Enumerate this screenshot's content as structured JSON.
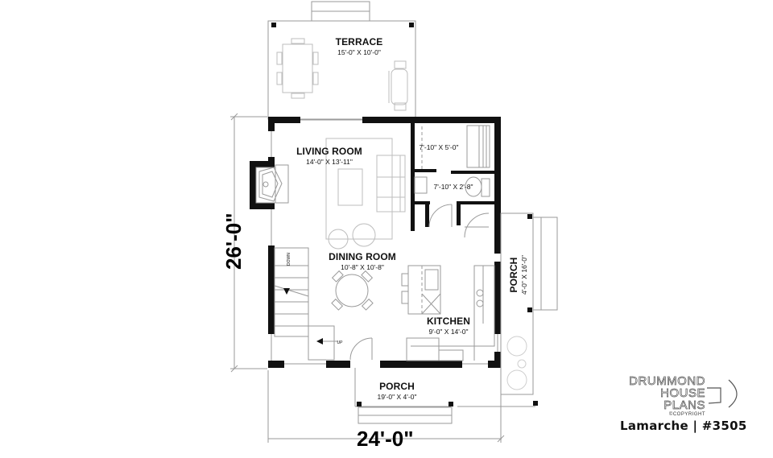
{
  "plan": {
    "name": "Lamarche | #3505",
    "overall_width": "24'-0\"",
    "overall_depth": "26'-0\""
  },
  "rooms": {
    "terrace": {
      "name": "TERRACE",
      "dim": "15'-0\" X 10'-0\""
    },
    "living": {
      "name": "LIVING ROOM",
      "dim": "14'-0\" X 13'-11\""
    },
    "bath_upper": {
      "name": "",
      "dim": "7'-10\" X 5'-0\""
    },
    "bath_lower": {
      "name": "",
      "dim": "7'-10\" X 2'-8\""
    },
    "dining": {
      "name": "DINING ROOM",
      "dim": "10'-8\" X 10'-8\""
    },
    "kitchen": {
      "name": "KITCHEN",
      "dim": "9'-0\" X 14'-0\""
    },
    "porch_side": {
      "name": "PORCH",
      "dim": "4'-0\" X 16'-0\""
    },
    "porch_front": {
      "name": "PORCH",
      "dim": "19'-0\" X 4'-0\""
    }
  },
  "stairs": {
    "down_label": "DOWN",
    "up_label": "UP"
  },
  "logo": {
    "line1": "DRUMMOND",
    "line2": "HOUSE PLANS",
    "copyright": "©COPYRIGHT"
  },
  "colors": {
    "wall": "#111111",
    "line": "#9a9a9a",
    "furniture": "#bdbdbd",
    "background": "#ffffff"
  }
}
